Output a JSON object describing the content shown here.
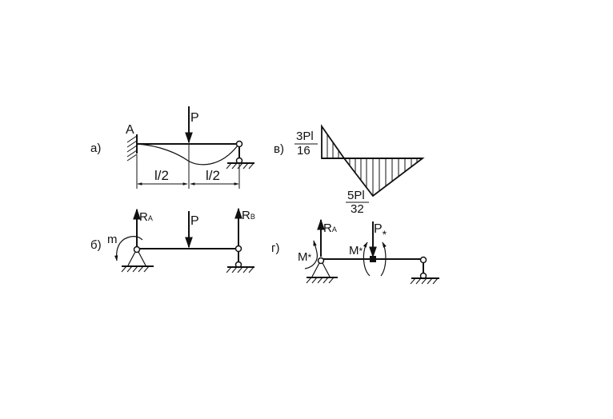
{
  "panels": {
    "a": {
      "label": "а)",
      "point": "A",
      "force": "P",
      "seg1": "l/2",
      "seg2": "l/2"
    },
    "b": {
      "label": "б)",
      "moment": "m",
      "reaction_a": "R",
      "reaction_a_sub": "A",
      "force": "P",
      "reaction_b": "R",
      "reaction_b_sub": "B"
    },
    "v": {
      "label": "в)",
      "top_num": "3Pl",
      "top_den": "16",
      "bottom_num": "5Pl",
      "bottom_den": "32"
    },
    "g": {
      "label": "г)",
      "reaction_a": "R",
      "reaction_a_sub": "A",
      "force": "P",
      "force_sub": "*",
      "moment_left": "M",
      "moment_left_sub": "*",
      "moment_mid": "M",
      "moment_mid_sub": "*"
    }
  }
}
